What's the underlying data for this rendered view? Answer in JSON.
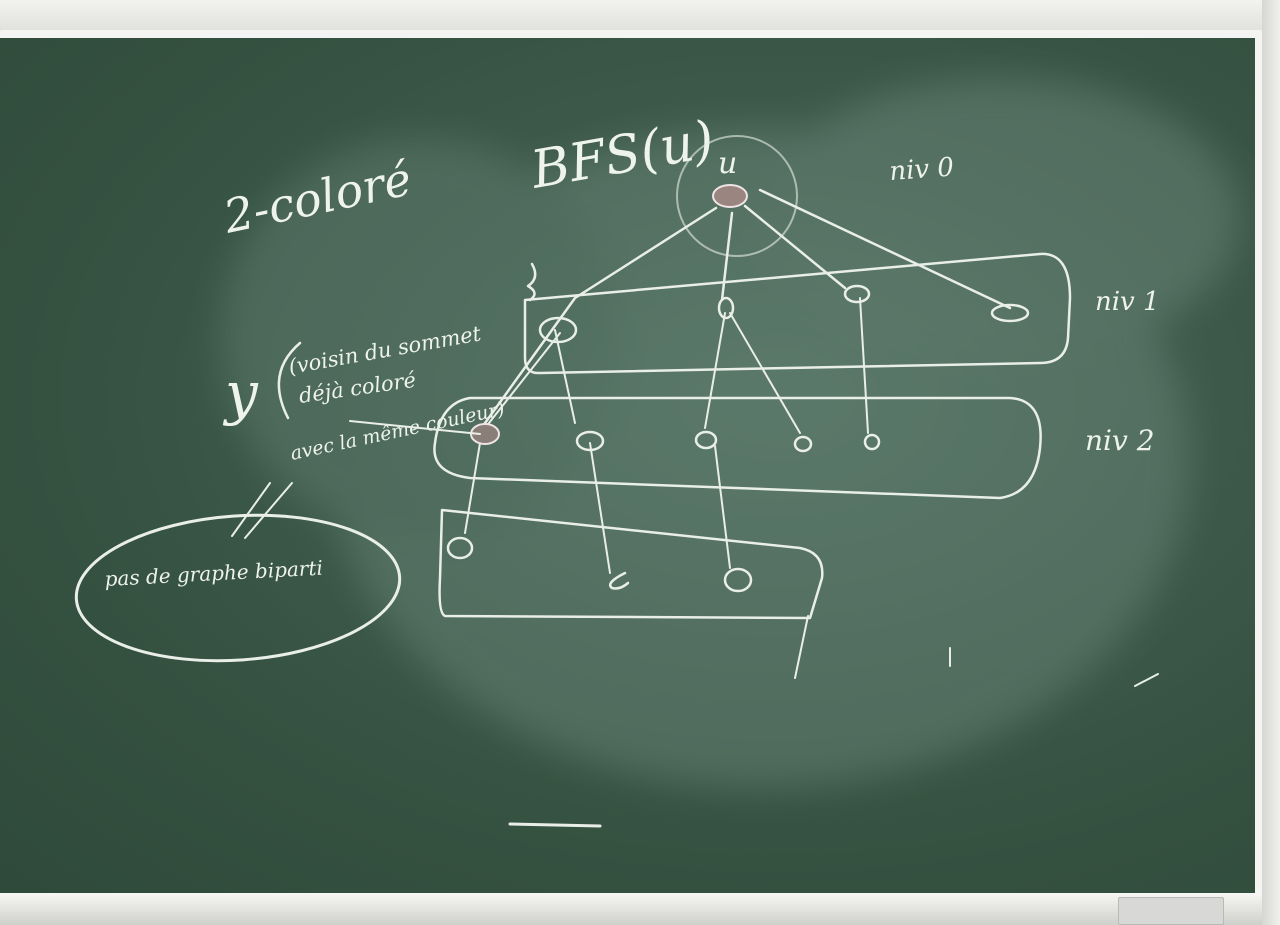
{
  "board": {
    "title_left": "2-coloré",
    "title_center": "BFS(u)",
    "root_label": "u",
    "levels": [
      "niv 0",
      "niv 1",
      "niv 2"
    ],
    "side_letter": "y",
    "note_lines": [
      "(voisin du sommet",
      "déjà coloré",
      "avec la même couleur)"
    ],
    "callout": "pas de graphe biparti"
  }
}
